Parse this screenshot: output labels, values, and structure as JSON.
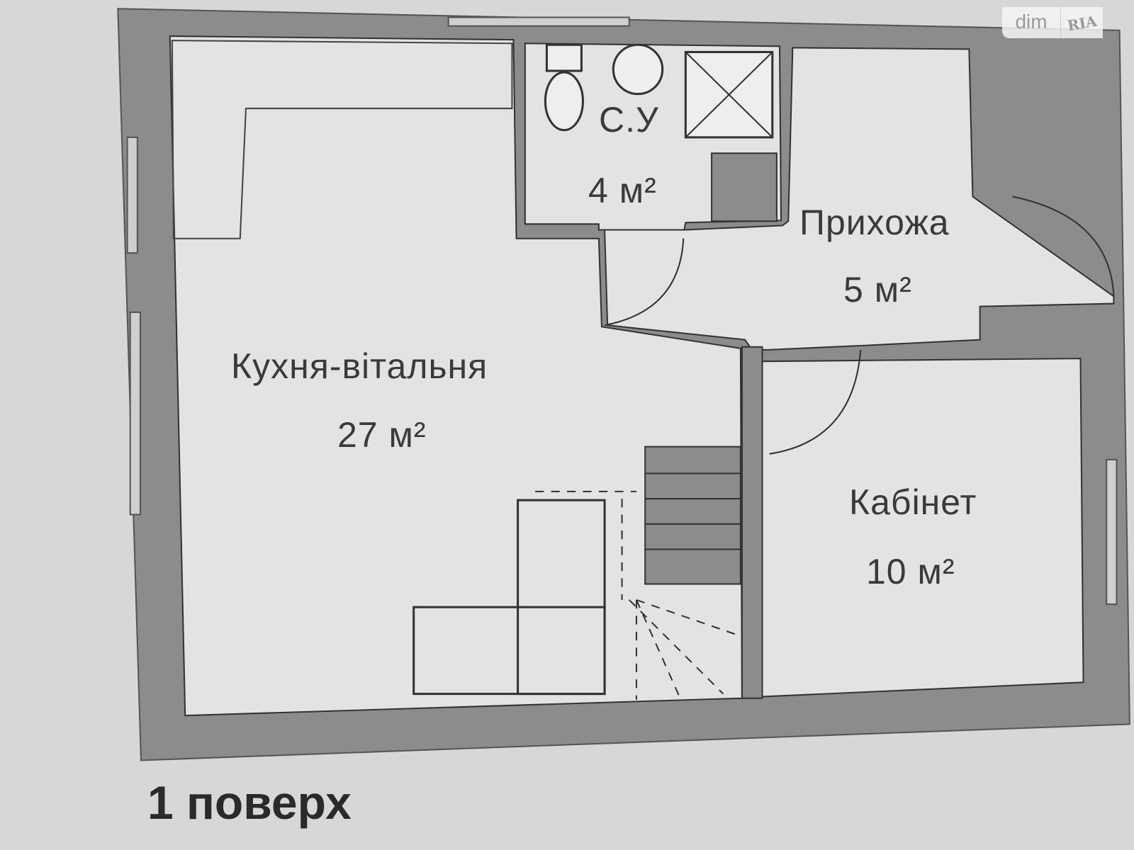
{
  "plan": {
    "floor_title": "1 поверх",
    "rooms": [
      {
        "name": "Кухня-вітальня",
        "area": "27 м²"
      },
      {
        "name": "С.У",
        "area": "4 м²"
      },
      {
        "name": "Прихожа",
        "area": "5 м²"
      },
      {
        "name": "Кабінет",
        "area": "10 м²"
      }
    ]
  },
  "watermark": {
    "left": "dim",
    "right": "RIA"
  },
  "colors": {
    "wall": "#8c8c8c",
    "floor": "#e3e4e2",
    "background": "#d6d8d5"
  }
}
